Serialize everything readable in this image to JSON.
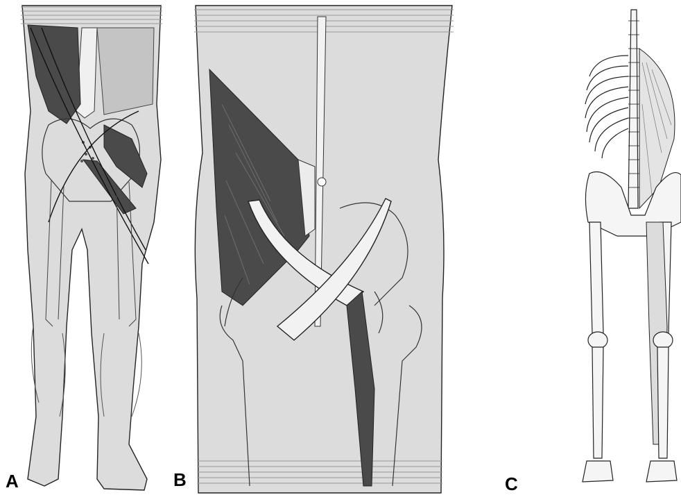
{
  "figure": {
    "panels": [
      {
        "id": "A",
        "label": "A"
      },
      {
        "id": "B",
        "label": "B"
      },
      {
        "id": "C",
        "label": "C"
      }
    ],
    "colors": {
      "background": "#ffffff",
      "skin": "#dcdcdc",
      "skin_dark": "#c8c8c8",
      "muscle": "#4a4a4a",
      "outline": "#222222",
      "band": "#f2f2f2"
    }
  }
}
